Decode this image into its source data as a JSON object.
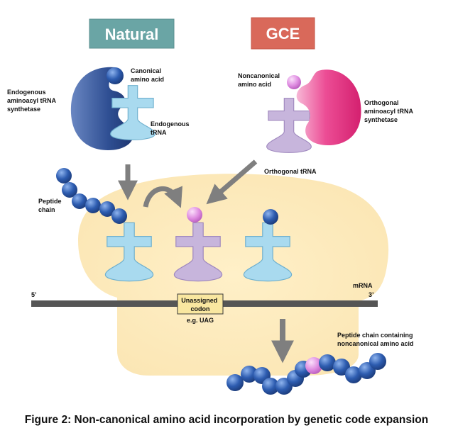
{
  "headers": {
    "natural": "Natural",
    "gce": "GCE"
  },
  "labels": {
    "canonical_aa": [
      "Canonical",
      "amino acid"
    ],
    "endogenous_synthetase": [
      "Endogenous",
      "aminoacyl tRNA",
      "synthetase"
    ],
    "endogenous_trna": [
      "Endogenous",
      "tRNA"
    ],
    "noncanonical_aa": [
      "Noncanonical",
      "amino acid"
    ],
    "orthogonal_synthetase": [
      "Orthogonal",
      "aminoacyl tRNA",
      "synthetase"
    ],
    "orthogonal_trna": "Orthogonal tRNA",
    "peptide_chain": [
      "Peptide",
      "chain"
    ],
    "five_prime": "5’",
    "mrna": "mRNA",
    "three_prime": "3’",
    "unassigned_codon": [
      "Unassigned",
      "codon"
    ],
    "example_codon": "e.g. UAG",
    "product": [
      "Peptide chain containing",
      "noncanonical amino acid"
    ]
  },
  "caption": "Figure 2: Non-canonical amino acid incorporation by genetic code expansion",
  "colors": {
    "natural_header": "#6aa5a5",
    "gce_header": "#d9695a",
    "endogenous_synthetase": "#2f4f93",
    "orthogonal_synthetase": "#e0307e",
    "endogenous_trna": "#a9daef",
    "orthogonal_trna": "#c7b5dc",
    "amino_acid": "#2a56a8",
    "noncanonical_amino_acid": "#de8be0",
    "ribosome": "#fbe9bd",
    "mrna": "#555555",
    "codon_box": "#f9e7a0",
    "arrow": "#7f7f7f"
  }
}
